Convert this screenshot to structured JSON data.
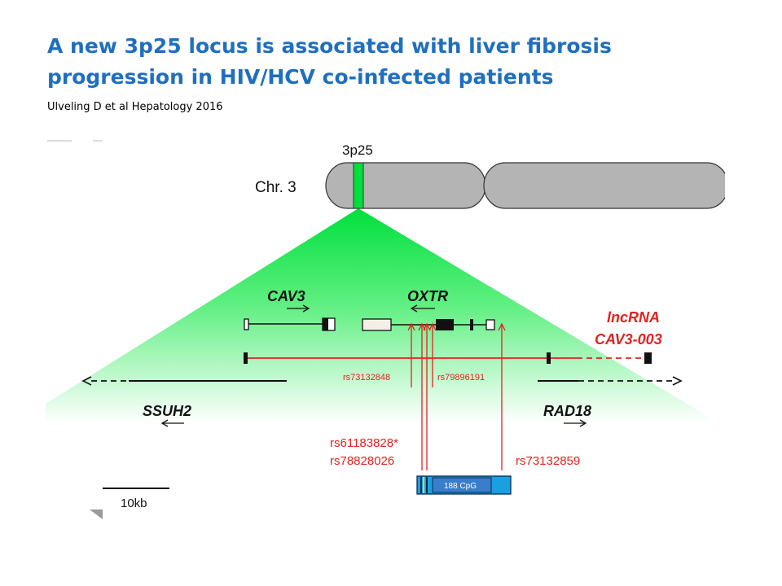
{
  "slide": {
    "title_line1": "A new 3p25 locus is associated with liver fibrosis",
    "title_line2": "progression in HIV/HCV co-infected patients",
    "citation": "Ulveling D et al Hepatology 2016"
  },
  "figure": {
    "chromosome_label": "Chr. 3",
    "band_label": "3p25",
    "genes": {
      "cav3": "CAV3",
      "oxtr": "OXTR",
      "ssuh2": "SSUH2",
      "rad18": "RAD18",
      "lncrna_line1": "lncRNA",
      "lncrna_line2": "CAV3-003"
    },
    "snps": {
      "rs73132848": "rs73132848",
      "rs79896191": "rs79896191",
      "rs61183828": "rs61183828*",
      "rs78828026": "rs78828026",
      "rs73132859": "rs73132859"
    },
    "cpg_label": "188 CpG",
    "scale_label": "10kb",
    "colors": {
      "title": "#1f6fbf",
      "highlight_green": "#00e03c",
      "chromosome_fill": "#b4b4b4",
      "snp_red": "#e0231f",
      "cpg_blue": "#1aa0e0"
    }
  }
}
